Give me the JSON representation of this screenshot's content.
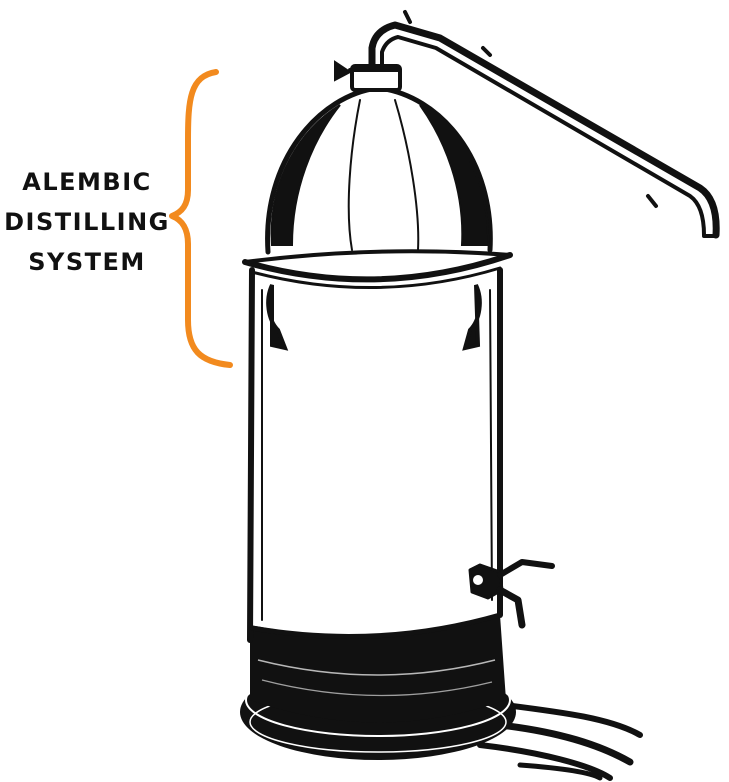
{
  "label": {
    "lines": [
      "ALEMBIC",
      "DISTILLING",
      "SYSTEM"
    ]
  },
  "colors": {
    "bracket": "#f28a1e",
    "ink": "#111111",
    "background": "#ffffff"
  }
}
